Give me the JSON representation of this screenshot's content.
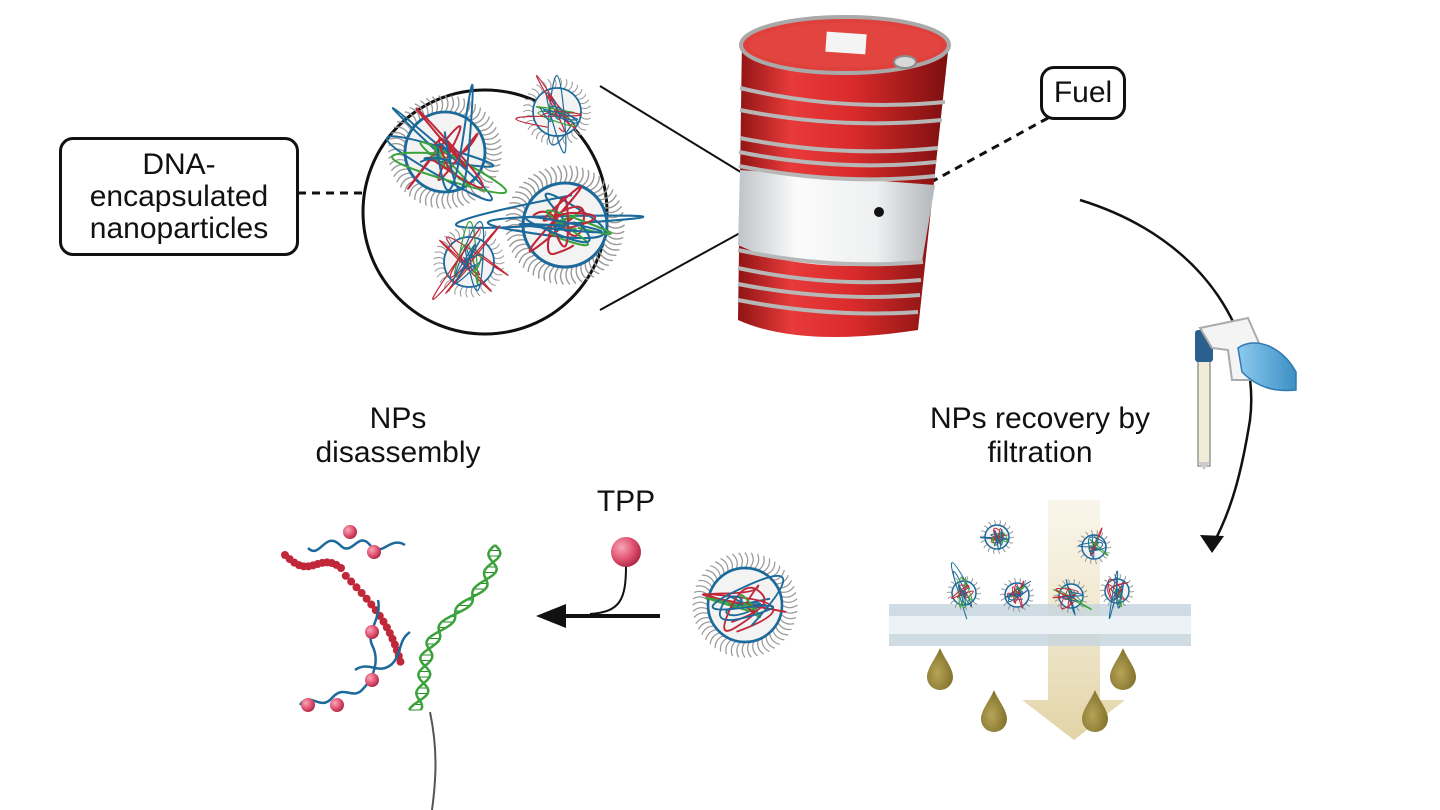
{
  "labels": {
    "dna_line1": "DNA-",
    "dna_line2": "encapsulated",
    "dna_line3": "nanoparticles",
    "fuel": "Fuel",
    "recovery_line1": "NPs recovery by",
    "recovery_line2": "filtration",
    "disassembly_line1": "NPs",
    "disassembly_line2": "disassembly",
    "tpp": "TPP"
  },
  "colors": {
    "drum_red": "#d92b2b",
    "drum_band": "#f2f3f4",
    "dna_blue": "#1b6a9b",
    "dna_red": "#c0283a",
    "dna_green": "#3aa23a",
    "tpp_pink": "#e0506e",
    "membrane": "#b8c8d2",
    "oil_drop": "#8a7a2e",
    "flow_arrow": "#e8dcb8",
    "glove_blue": "#5aa9d8"
  },
  "icons": [
    "fuel-drum",
    "zoom-circle",
    "pipette-hand",
    "filter-membrane",
    "oil-drop",
    "tpp-molecule",
    "dna-strand",
    "nanoparticle"
  ]
}
